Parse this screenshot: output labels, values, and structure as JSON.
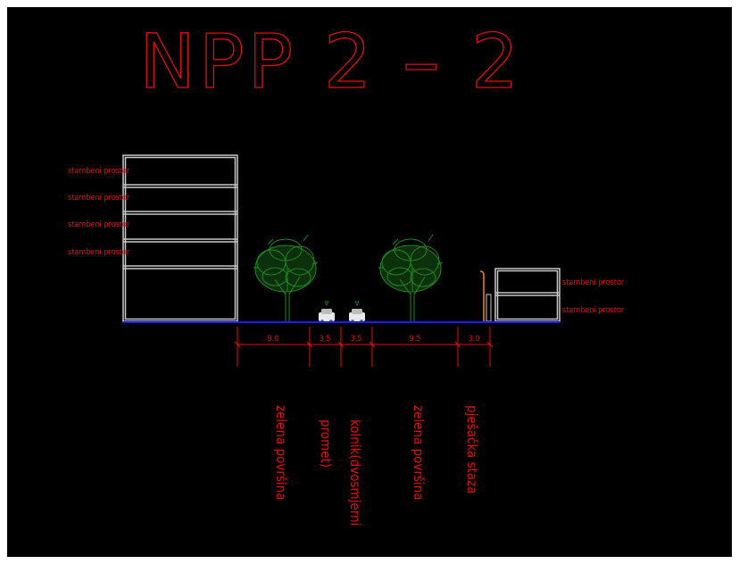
{
  "drawing": {
    "title": "NPP 2 – 2",
    "left_building_labels": [
      "stambeni prostor",
      "stambeni prostor",
      "stambeni prostor",
      "stambeni prostor"
    ],
    "right_building_labels": [
      "stambeni prostor",
      "stambeni prostor"
    ],
    "dimensions": [
      "9.0",
      "3.5",
      "3.5",
      "9.5",
      "3.0"
    ],
    "zone_labels": {
      "green_left": "zelena površina",
      "roadway_line1": "kolnik(dvosmjerni",
      "roadway_line2": "promet)",
      "green_right": "zelena površina",
      "sidewalk": "pješačka staza"
    },
    "colors": {
      "background": "#000000",
      "text": "#e01010",
      "building": "#c8c8c8",
      "ground": "#1a1aff",
      "tree": "#1f8a1f",
      "lamp": "#e08020"
    }
  }
}
